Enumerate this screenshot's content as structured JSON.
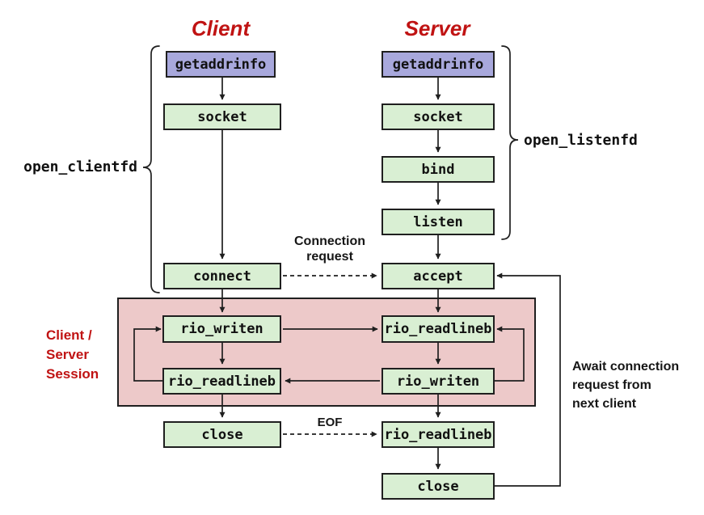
{
  "headers": {
    "client": "Client",
    "server": "Server"
  },
  "client": {
    "boxes": [
      "getaddrinfo",
      "socket",
      "connect",
      "rio_writen",
      "rio_readlineb",
      "close"
    ]
  },
  "server": {
    "boxes": [
      "getaddrinfo",
      "socket",
      "bind",
      "listen",
      "accept",
      "rio_readlineb",
      "rio_writen",
      "rio_readlineb",
      "close"
    ]
  },
  "labels": {
    "open_clientfd": "open_clientfd",
    "open_listenfd": "open_listenfd",
    "eof": "EOF",
    "connection_request_lines": [
      "Connection",
      "request"
    ],
    "session_lines": [
      "Client /",
      "Server",
      "Session"
    ],
    "await_lines": [
      "Await connection",
      "request from",
      "next client"
    ]
  },
  "colors": {
    "header_red": "#c01313",
    "session_label_red": "#c01313",
    "box_green": "#d9efd3",
    "box_purple": "#a8a8dc",
    "session_pink": "#edc9c9",
    "line_black": "#1f1f1f",
    "background": "#ffffff"
  }
}
